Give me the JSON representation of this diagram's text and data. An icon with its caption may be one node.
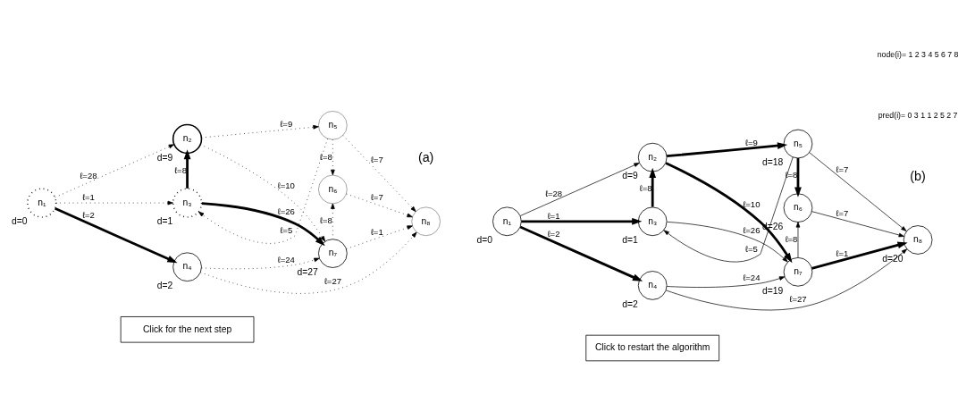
{
  "diagram": {
    "nodes": [
      {
        "text": [
          "n₁"
        ],
        "beside": [
          "d=0"
        ]
      },
      {
        "text": [
          "n₂"
        ],
        "beside": [
          "d=9"
        ]
      },
      {
        "text": [
          "n₃"
        ],
        "beside": [
          "d=1"
        ]
      },
      {
        "text": [
          "n₄"
        ],
        "beside": [
          "d=2"
        ]
      },
      {
        "text": [
          "n₅"
        ]
      },
      {
        "text": [
          "n₆"
        ]
      },
      {
        "text": [
          "n₇"
        ],
        "beside": [
          "d=27"
        ]
      },
      {
        "text": [
          "n₈"
        ]
      },
      {
        "text": [
          "Click for the next step"
        ]
      },
      {
        "text": [
          "n₁"
        ],
        "beside": [
          "d=0"
        ]
      },
      {
        "text": [
          "n₂"
        ],
        "beside": [
          "d=9"
        ]
      },
      {
        "text": [
          "n₃"
        ],
        "beside": [
          "d=1"
        ]
      },
      {
        "text": [
          "n₄"
        ],
        "beside": [
          "d=2"
        ]
      },
      {
        "text": [
          "n₅"
        ],
        "beside": [
          "d=18"
        ]
      },
      {
        "text": [
          "n₆"
        ],
        "beside": [
          "d=26"
        ]
      },
      {
        "text": [
          "n₇"
        ],
        "beside": [
          "d=19"
        ]
      },
      {
        "text": [
          "n₈"
        ],
        "beside": [
          "d=20"
        ]
      },
      {
        "text": [
          "Click to restart the algorithm"
        ]
      }
    ],
    "edges": [
      {
        "from": 0,
        "to": 1,
        "arrow": "to",
        "label": "ℓ=28",
        "style": "dashed"
      },
      {
        "from": 0,
        "to": 2,
        "arrow": "to",
        "label": "ℓ=1",
        "style": "dashed"
      },
      {
        "from": 0,
        "to": 3,
        "arrow": "to",
        "label": "ℓ=2",
        "style": "thick"
      },
      {
        "from": 2,
        "to": 1,
        "arrow": "to",
        "label": "ℓ=8",
        "style": "thick"
      },
      {
        "from": 1,
        "to": 4,
        "arrow": "to",
        "label": "ℓ=9",
        "style": "dashed"
      },
      {
        "from": 1,
        "to": 6,
        "arrow": "to",
        "label": "ℓ=10",
        "style": "dashed"
      },
      {
        "from": 4,
        "to": 2,
        "arrow": "to",
        "label": "ℓ=5",
        "style": "dashed"
      },
      {
        "from": 4,
        "to": 5,
        "arrow": "to",
        "label": "ℓ=8",
        "style": "dashed"
      },
      {
        "from": 4,
        "to": 7,
        "arrow": "to",
        "label": "ℓ=7",
        "style": "dashed"
      },
      {
        "from": 2,
        "to": 6,
        "arrow": "to",
        "label": "ℓ=26",
        "style": "thick"
      },
      {
        "from": 5,
        "to": 7,
        "arrow": "to",
        "label": "ℓ=7",
        "style": "dashed"
      },
      {
        "from": 3,
        "to": 7,
        "arrow": "to",
        "label": "ℓ=27",
        "style": "dashed"
      },
      {
        "from": 6,
        "to": 5,
        "arrow": "to",
        "label": "ℓ=8",
        "style": "dashed"
      },
      {
        "from": 3,
        "to": 6,
        "arrow": "to",
        "label": "ℓ=24",
        "style": "dashed"
      },
      {
        "from": 6,
        "to": 7,
        "arrow": "to",
        "label": "ℓ=1",
        "style": "dashed"
      },
      {
        "from": 9,
        "to": 10,
        "arrow": "to",
        "label": "ℓ=28"
      },
      {
        "from": 9,
        "to": 11,
        "arrow": "to",
        "label": "ℓ=1",
        "style": "thick"
      },
      {
        "from": 9,
        "to": 12,
        "arrow": "to",
        "label": "ℓ=2",
        "style": "thick"
      },
      {
        "from": 11,
        "to": 10,
        "arrow": "to",
        "label": "ℓ=8",
        "style": "thick"
      },
      {
        "from": 10,
        "to": 13,
        "arrow": "to",
        "label": "ℓ=9",
        "style": "thick"
      },
      {
        "from": 10,
        "to": 15,
        "arrow": "to",
        "label": "ℓ=10",
        "style": "thick"
      },
      {
        "from": 13,
        "to": 11,
        "arrow": "to",
        "label": "ℓ=5"
      },
      {
        "from": 13,
        "to": 14,
        "arrow": "to",
        "label": "ℓ=8",
        "style": "thick"
      },
      {
        "from": 13,
        "to": 16,
        "arrow": "to",
        "label": "ℓ=7"
      },
      {
        "from": 11,
        "to": 15,
        "arrow": "to",
        "label": "ℓ=26"
      },
      {
        "from": 14,
        "to": 16,
        "arrow": "to",
        "label": "ℓ=7"
      },
      {
        "from": 12,
        "to": 16,
        "arrow": "to",
        "label": "ℓ=27"
      },
      {
        "from": 15,
        "to": 14,
        "arrow": "to",
        "label": "ℓ=8"
      },
      {
        "from": 12,
        "to": 15,
        "arrow": "to",
        "label": "ℓ=24"
      },
      {
        "from": 15,
        "to": 16,
        "arrow": "to",
        "label": "ℓ=1",
        "style": "thick"
      }
    ],
    "labels": [
      "(a)",
      "node(i)= 1 2 3 4 5 6 7 8",
      "pred(i)= 0 3 1 1 2 5 2 7",
      "(b)"
    ]
  }
}
